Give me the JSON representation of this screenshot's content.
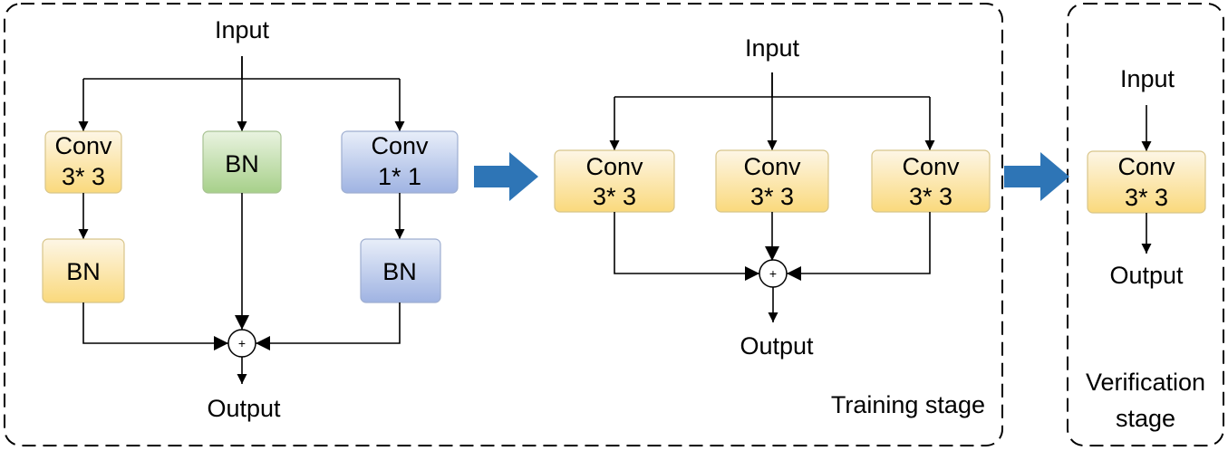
{
  "colors": {
    "yellow_top": "#fdf6e6",
    "yellow_bottom": "#fad97c",
    "yellow_stroke": "#d8c58a",
    "green_top": "#e9f3e0",
    "green_bottom": "#a7d08a",
    "green_stroke": "#a8c293",
    "blue_top": "#e8eef9",
    "blue_bottom": "#9fb3e2",
    "blue_stroke": "#9eaed0",
    "transition_arrow": "#2e75b6"
  },
  "multi_branch": {
    "input": "Input",
    "output": "Output",
    "conv3_line1": "Conv",
    "conv3_line2": "3* 3",
    "bn_middle": "BN",
    "conv1_line1": "Conv",
    "conv1_line2": "1* 1",
    "bn_left": "BN",
    "bn_right": "BN",
    "plus": "+"
  },
  "fused_branches": {
    "input": "Input",
    "output": "Output",
    "conv_a_line1": "Conv",
    "conv_a_line2": "3* 3",
    "conv_b_line1": "Conv",
    "conv_b_line2": "3* 3",
    "conv_c_line1": "Conv",
    "conv_c_line2": "3* 3",
    "plus": "+"
  },
  "training_label": "Training stage",
  "verification": {
    "input": "Input",
    "output": "Output",
    "conv_line1": "Conv",
    "conv_line2": "3* 3",
    "label_line1": "Verification",
    "label_line2": "stage"
  }
}
